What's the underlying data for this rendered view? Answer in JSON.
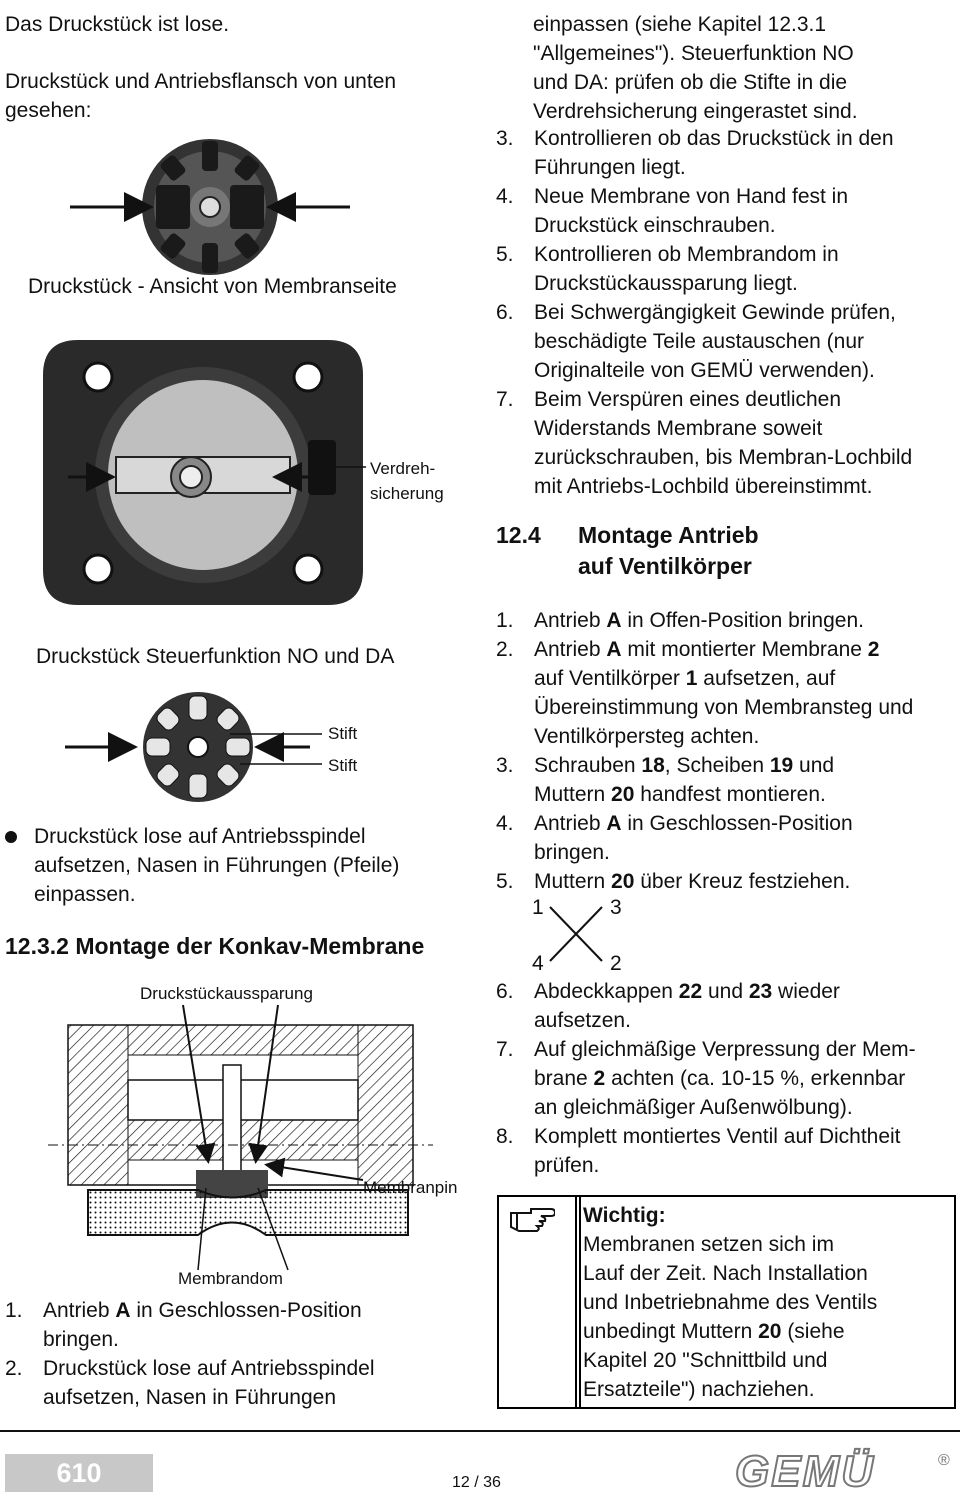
{
  "left": {
    "intro1": "Das Druckstück ist lose.",
    "intro2a": "Druckstück und Antriebsflansch von unten",
    "intro2b": "gesehen:",
    "caption_membrane_side": "Druckstück - Ansicht von Membranseite",
    "label_verdreh_1": "Verdreh-",
    "label_verdreh_2": "sicherung",
    "caption_no_da": "Druckstück Steuerfunktion NO und DA",
    "label_stift_1": "Stift",
    "label_stift_2": "Stift",
    "bullet_lines": [
      "Druckstück lose auf Antriebsspindel",
      "aufsetzen, Nasen in Führungen (Pfeile)",
      "einpassen."
    ],
    "section_1232": "12.3.2 Montage der Konkav-Membrane",
    "label_aussparung": "Druckstückaussparung",
    "label_membranpin": "Membranpin",
    "label_membrandom": "Membrandom",
    "steps": [
      {
        "n": "1.",
        "lines": [
          "Antrieb |A| in Geschlossen-Position",
          "bringen."
        ]
      },
      {
        "n": "2.",
        "lines": [
          "Druckstück lose auf Antriebsspindel",
          "aufsetzen, Nasen in Führungen"
        ]
      }
    ]
  },
  "right": {
    "cont_lines": [
      "einpassen (siehe Kapitel 12.3.1",
      "\"Allgemeines\"). Steuerfunktion NO",
      "und DA: prüfen ob die Stifte in die",
      "Verdrehsicherung eingerastet sind."
    ],
    "steps_a": [
      {
        "n": "3.",
        "lines": [
          "Kontrollieren ob das Druckstück in den",
          "Führungen liegt."
        ]
      },
      {
        "n": "4.",
        "lines": [
          "Neue Membrane von Hand fest in",
          "Druckstück einschrauben."
        ]
      },
      {
        "n": "5.",
        "lines": [
          "Kontrollieren ob Membrandom in",
          "Druckstückaussparung liegt."
        ]
      },
      {
        "n": "6.",
        "lines": [
          "Bei Schwergängigkeit Gewinde prüfen,",
          "beschädigte Teile austauschen (nur",
          "Originalteile von GEMÜ verwenden)."
        ]
      },
      {
        "n": "7.",
        "lines": [
          "Beim Verspüren eines deutlichen",
          "Widerstands Membrane soweit",
          "zurückschrauben, bis Membran-Lochbild",
          "mit Antriebs-Lochbild übereinstimmt."
        ]
      }
    ],
    "section_124_num": "12.4",
    "section_124_line1": "Montage Antrieb",
    "section_124_line2": "auf Ventilkörper",
    "steps_b": [
      {
        "n": "1.",
        "lines": [
          "Antrieb |A| in Offen-Position bringen."
        ]
      },
      {
        "n": "2.",
        "lines": [
          "Antrieb |A| mit montierter Membrane |2|",
          "auf Ventilkörper |1| aufsetzen, auf",
          "Übereinstimmung von Membransteg und",
          "Ventilkörpersteg achten."
        ]
      },
      {
        "n": "3.",
        "lines": [
          "Schrauben |18|, Scheiben |19| und",
          "Muttern |20| handfest montieren."
        ]
      },
      {
        "n": "4.",
        "lines": [
          "Antrieb |A| in Geschlossen-Position",
          "bringen."
        ]
      },
      {
        "n": "5.",
        "lines": [
          "Muttern |20| über Kreuz festziehen."
        ]
      }
    ],
    "cross": {
      "tl": "1",
      "tr": "3",
      "bl": "4",
      "br": "2"
    },
    "steps_c": [
      {
        "n": "6.",
        "lines": [
          "Abdeckkappen |22| und |23| wieder",
          "aufsetzen."
        ]
      },
      {
        "n": "7.",
        "lines": [
          "Auf gleichmäßige Verpressung der Mem-",
          "brane |2| achten (ca. 10-15 %, erkennbar",
          "an gleichmäßiger Außenwölbung)."
        ]
      },
      {
        "n": "8.",
        "lines": [
          "Komplett montiertes Ventil auf Dichtheit",
          "prüfen."
        ]
      }
    ],
    "important": {
      "icon": "pointing-hand-icon",
      "title": "Wichtig:",
      "lines": [
        "Membranen setzen sich im",
        "Lauf der Zeit. Nach Installation",
        "und Inbetriebnahme des Ventils",
        "unbedingt Muttern |20| (siehe",
        "Kapitel 20 \"Schnittbild und",
        "Ersatzteile\") nachziehen."
      ]
    }
  },
  "footer": {
    "doc_number": "610",
    "page": "12 / 36",
    "logo_text": "GEMÜ",
    "logo_mark": "®"
  }
}
